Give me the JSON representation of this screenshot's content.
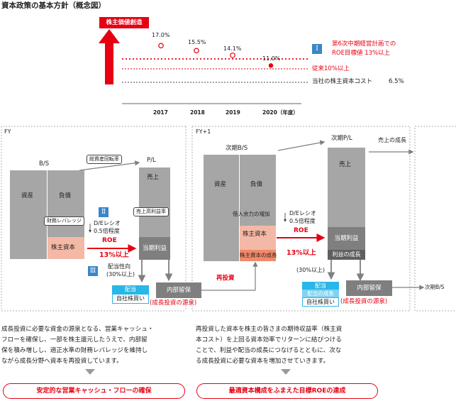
{
  "title": "資本政策の基本方針（概念図）",
  "top_chart": {
    "badge": "株主価値創造",
    "years": [
      "2017",
      "2018",
      "2019",
      "2020（年度）"
    ],
    "values_label": [
      "17.0%",
      "15.5%",
      "14.1%",
      "11.0%"
    ],
    "chart_data": {
      "type": "scatter",
      "categories": [
        "2017",
        "2018",
        "2019",
        "2020"
      ],
      "series": [
        {
          "values": [
            17.0,
            15.5,
            14.1,
            11.0
          ]
        }
      ],
      "reference_lines": [
        10.0,
        6.5
      ]
    },
    "roman": "Ⅰ",
    "target_line1": "第6次中期経営計画での",
    "target_line2": "ROE目標値 13%以上",
    "prev_target": "従来10%以上",
    "cost_label": "当社の株主資本コスト",
    "cost_value": "6.5%",
    "colors": {
      "accent": "#e60012",
      "blue": "#3a87c8",
      "gray": "#a6a6a6",
      "dark": "#7f7f7f",
      "cyan": "#29b6e8",
      "pink": "#f4b9a6"
    }
  },
  "fy": {
    "label": "FY",
    "bs": "B/S",
    "pl": "P/L",
    "assets": "資産",
    "liabilities": "負債",
    "equity": "株主資本",
    "sales": "売上",
    "profit": "当期利益",
    "internal": "内部留保",
    "dividend": "配当",
    "buyback": "自社株買い",
    "turnover_note": "総資産回転率",
    "leverage_note": "財務レバレッジ",
    "margin_note": "売上高利益率",
    "roman2": "Ⅱ",
    "roman3": "Ⅲ",
    "de_ratio1": "D/Eレシオ",
    "de_ratio2": "0.5倍程度",
    "roe": "ROE",
    "roe_value": "13%以上",
    "payout1": "配当性向",
    "payout2": "(30%以上)",
    "growth_source": "(成長投資の源泉)",
    "reinvest": "再投資"
  },
  "fy1": {
    "label": "FY+1",
    "bs": "次期B/S",
    "pl": "次期P/L",
    "assets": "資産",
    "liabilities": "負債",
    "borrow": "借入余力の増加",
    "equity": "株主資本",
    "equity_growth": "株主資本の成長",
    "sales": "売上",
    "profit": "当期利益",
    "profit_growth": "利益の成長",
    "de_ratio1": "D/Eレシオ",
    "de_ratio2": "0.5倍程度",
    "roe": "ROE",
    "roe_value": "13%以上",
    "payout": "(30%以上)",
    "dividend": "配当",
    "dividend_growth": "配当の成長",
    "buyback": "自社株買い",
    "internal": "内部留保",
    "growth_source": "(成長投資の源泉)",
    "sales_growth": "売上の成長",
    "next_bs": "次期B/S"
  },
  "text_left": [
    "成長投資に必要な資金の源泉となる、営業キャッシュ・",
    "フローを確保し、一部を株主還元したうえで、内部留",
    "保を積み増しし、適正水準の財務レバレッジを維持し",
    "ながら成長分野へ資本を再投資しています。"
  ],
  "text_right": [
    "再投資した資本を株主の皆さまの期待収益率（株主資",
    "本コスト）を上回る資本効率でリターンに結びつける",
    "ことで、利益や配当の成長につなげるとともに、次な",
    "る成長投資に必要な資本を増加させていきます。"
  ],
  "pill_left": "安定的な営業キャッシュ・フローの確保",
  "pill_right": "最適資本構成をふまえた目標ROEの達成"
}
